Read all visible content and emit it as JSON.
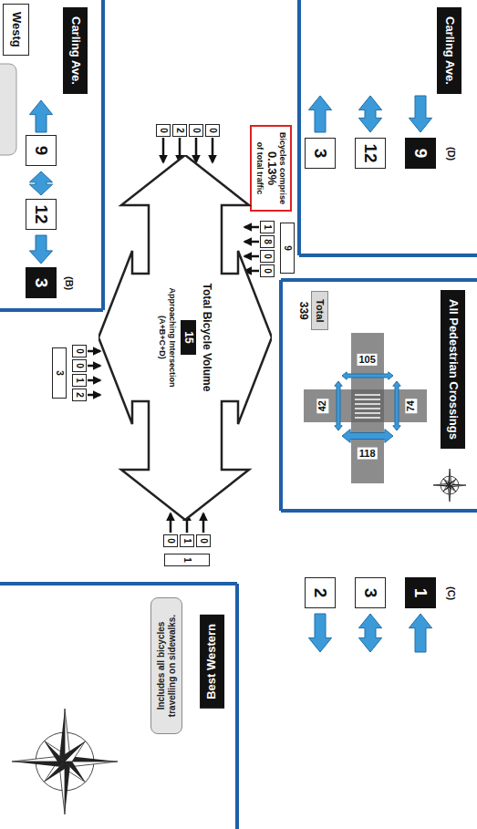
{
  "diagram": {
    "nodes": [
      {
        "text": [
          "Carling Ave."
        ]
      },
      {
        "text": [
          "9"
        ]
      },
      {
        "text": [
          "12"
        ]
      },
      {
        "text": [
          "3"
        ]
      },
      {
        "text": [
          "All Pedestrian Crossings"
        ]
      },
      {
        "text": [
          "Total",
          "339"
        ]
      },
      {
        "text": [
          "1"
        ]
      },
      {
        "text": [
          "3"
        ]
      },
      {
        "text": [
          "2"
        ]
      },
      {
        "text": [
          "Bicycles comprise",
          "0.13%",
          "of total traffic"
        ]
      },
      {
        "text": [
          "9"
        ]
      },
      {
        "text": [
          "1"
        ]
      },
      {
        "text": [
          "8"
        ]
      },
      {
        "text": [
          "0"
        ]
      },
      {
        "text": [
          "0"
        ]
      },
      {
        "text": [
          "Total Bicycle Volume",
          "Approaching Intersection (A+B+C+D)"
        ]
      },
      {
        "text": [
          "15"
        ],
        "in": 15
      },
      {
        "text": [
          "0"
        ]
      },
      {
        "text": [
          "1"
        ]
      },
      {
        "text": [
          "0"
        ]
      },
      {
        "text": [
          "1"
        ]
      },
      {
        "text": [
          "0"
        ]
      },
      {
        "text": [
          "0"
        ]
      },
      {
        "text": [
          "2"
        ]
      },
      {
        "text": [
          "0"
        ]
      },
      {
        "text": [
          "0"
        ]
      },
      {
        "text": [
          "0"
        ]
      },
      {
        "text": [
          "1"
        ]
      },
      {
        "text": [
          "2"
        ]
      },
      {
        "text": [
          "3"
        ]
      },
      {
        "text": [
          "Westg"
        ]
      },
      {
        "text": [
          "Carling Ave."
        ]
      },
      {
        "text": [
          "9"
        ]
      },
      {
        "text": [
          "12"
        ]
      },
      {
        "text": [
          "3"
        ]
      },
      {
        "text": [
          "Best Western"
        ]
      },
      {
        "text": [
          "Includes all bicycles travelling on sidewalks."
        ]
      }
    ],
    "labels": [
      "(D)",
      "(C)",
      "(B)",
      "105",
      "74",
      "42",
      "118"
    ]
  }
}
